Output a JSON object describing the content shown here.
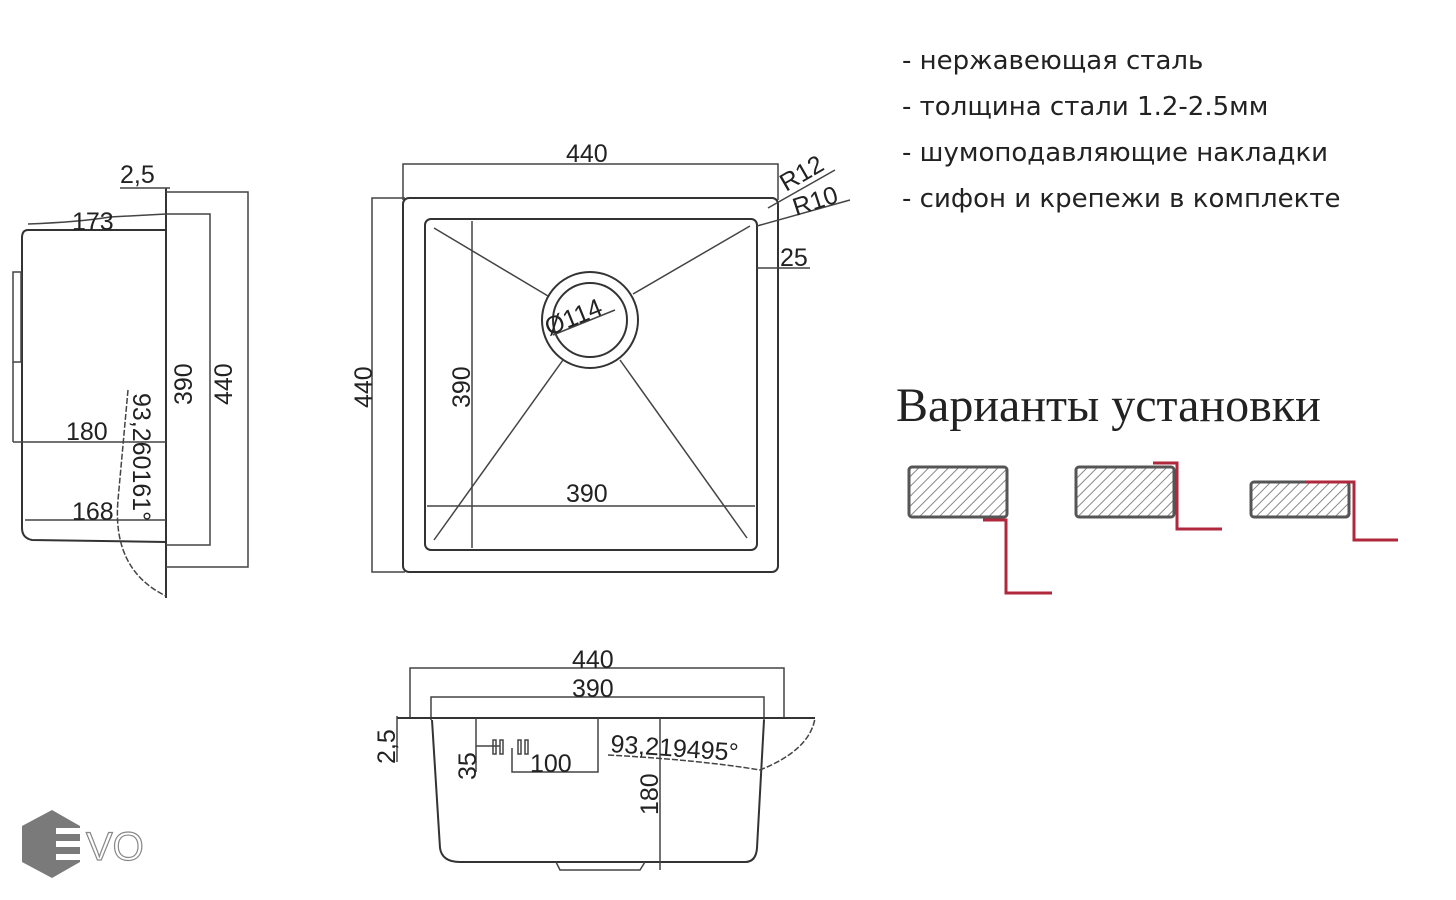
{
  "features": [
    "- нержавеющая сталь",
    "- толщина стали 1.2-2.5мм",
    "- шумоподавляющие накладки",
    "- сифон и крепежи в комплекте"
  ],
  "install_title": "Варианты установки",
  "side_view": {
    "d_thickness": "2,5",
    "d_173": "173",
    "d_390": "390",
    "d_440": "440",
    "d_180": "180",
    "d_168": "168",
    "angle": "93,260161°"
  },
  "top_view": {
    "width": "440",
    "height": "440",
    "inner_w": "390",
    "inner_h": "390",
    "r_outer": "R12",
    "r_inner": "R10",
    "flange": "25",
    "drain": "Ø114"
  },
  "front_view": {
    "width": "440",
    "inner_w": "390",
    "thickness": "2,5",
    "d_35": "35",
    "d_100": "100",
    "depth": "180",
    "angle": "93,219495°"
  },
  "logo": "EVO",
  "colors": {
    "line": "#333333",
    "accent": "#b0283c",
    "hatch": "#666666"
  }
}
